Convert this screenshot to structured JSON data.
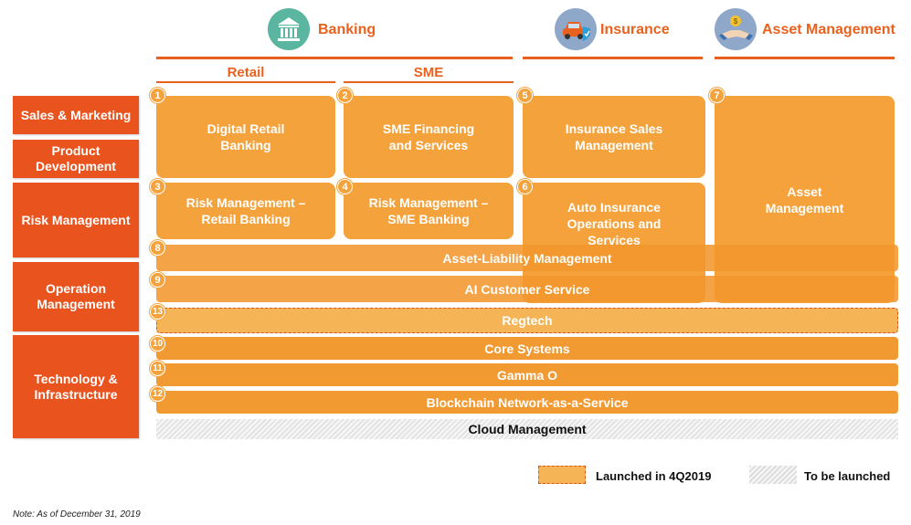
{
  "headers": {
    "banking": "Banking",
    "insurance": "Insurance",
    "asset_management": "Asset Management",
    "retail": "Retail",
    "sme": "SME"
  },
  "categories": [
    "Sales & Marketing",
    "Product Development",
    "Risk Management",
    "Operation Management",
    "Technology & Infrastructure"
  ],
  "boxes": {
    "b1": {
      "num": "1",
      "label": "Digital Retail Banking"
    },
    "b2": {
      "num": "2",
      "label": "SME Financing and Services"
    },
    "b3": {
      "num": "3",
      "label": "Risk Management – Retail Banking"
    },
    "b4": {
      "num": "4",
      "label": "Risk Management – SME Banking"
    },
    "b5": {
      "num": "5",
      "label": "Insurance Sales Management"
    },
    "b6": {
      "num": "6",
      "label": "Auto Insurance Operations and Services"
    },
    "b7": {
      "num": "7",
      "label": "Asset Management"
    }
  },
  "bars": {
    "b8": {
      "num": "8",
      "label": "Asset-Liability Management"
    },
    "b9": {
      "num": "9",
      "label": "AI Customer Service"
    },
    "b13": {
      "num": "13",
      "label": "Regtech"
    },
    "b10": {
      "num": "10",
      "label": "Core Systems"
    },
    "b11": {
      "num": "11",
      "label": "Gamma O"
    },
    "b12": {
      "num": "12",
      "label": "Blockchain Network-as-a-Service"
    }
  },
  "cloud": "Cloud Management",
  "legend": {
    "launched": "Launched in 4Q2019",
    "to_be_launched": "To be launched"
  },
  "note": "Note: As of December 31, 2019",
  "colors": {
    "primary_orange": "#e8531e",
    "box_orange": "#f4a23c",
    "header_orange": "#e8611e"
  }
}
